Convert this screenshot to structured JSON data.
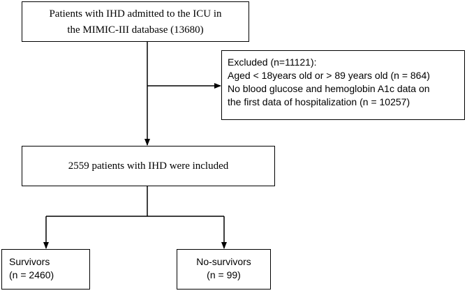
{
  "flowchart": {
    "source": {
      "line1": "Patients with IHD admitted to the ICU in",
      "line2": "the MIMIC-III database (13680)"
    },
    "excluded": {
      "line1": "Excluded (n=11121):",
      "line2": "Aged < 18years old or > 89 years old (n = 864)",
      "line3": "No blood glucose and hemoglobin A1c data on",
      "line4": "the first data of hospitalization (n = 10257)"
    },
    "included": {
      "text": "2559 patients with IHD were included"
    },
    "survivors": {
      "line1": "Survivors",
      "line2": "(n = 2460)"
    },
    "nonsurvivors": {
      "line1": "No-survivors",
      "line2": "(n = 99)"
    }
  },
  "colors": {
    "stroke": "#000000",
    "background": "#ffffff"
  }
}
